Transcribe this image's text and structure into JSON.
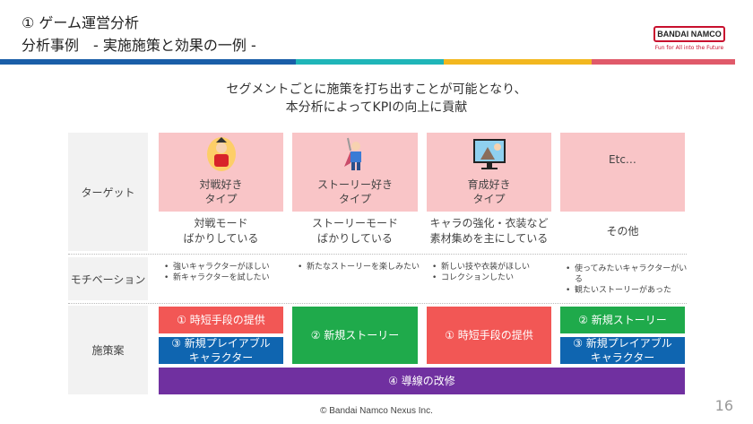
{
  "header": {
    "title_line1": "① ゲーム運営分析",
    "title_line2": "分析事例　- 実施施策と効果の一例 -",
    "logo_text": "BANDAI NAMCO",
    "logo_tagline": "Fun for All into the Future",
    "bar_colors": [
      "#1a5ea8",
      "#1fb5b8",
      "#f2b71f",
      "#e05a6a"
    ]
  },
  "lead": {
    "line1": "セグメントごとに施策を打ち出すことが可能となり、",
    "line2": "本分析によってKPIの向上に貢献"
  },
  "rows": {
    "target": "ターゲット",
    "motivation": "モチベーション",
    "measures": "施策案"
  },
  "columns": [
    {
      "icon": "battle-character-icon",
      "type_line1": "対戦好き",
      "type_line2": "タイプ",
      "desc_line1": "対戦モード",
      "desc_line2": "ばかりしている",
      "motivations": [
        "強いキャラクターがほしい",
        "新キャラクターを試したい"
      ]
    },
    {
      "icon": "hero-sword-icon",
      "type_line1": "ストーリー好き",
      "type_line2": "タイプ",
      "desc_line1": "ストーリーモード",
      "desc_line2": "ばかりしている",
      "motivations": [
        "新たなストーリーを楽しみたい"
      ]
    },
    {
      "icon": "game-monitor-icon",
      "type_line1": "育成好き",
      "type_line2": "タイプ",
      "desc_line1": "キャラの強化・衣装など",
      "desc_line2": "素材集めを主にしている",
      "motivations": [
        "新しい技や衣装がほしい",
        "コレクションしたい"
      ]
    },
    {
      "type_line1": "Etc…",
      "desc_line1": "その他",
      "motivations": [
        "使ってみたいキャラクターがいる",
        "観たいストーリーがあった"
      ]
    }
  ],
  "measures": {
    "m1": "① 時短手段の提供",
    "m2": "② 新規ストーリー",
    "m3_line1": "③ 新規プレイアブル",
    "m3_line2": "キャラクター",
    "m4": "④ 導線の改修"
  },
  "colors": {
    "red": "#f25755",
    "blue": "#0f65b0",
    "green": "#1faa4b",
    "purple": "#7030a0",
    "pink": "#f9c5c7"
  },
  "footer": {
    "copyright": "© Bandai Namco Nexus Inc.",
    "page": "16"
  }
}
